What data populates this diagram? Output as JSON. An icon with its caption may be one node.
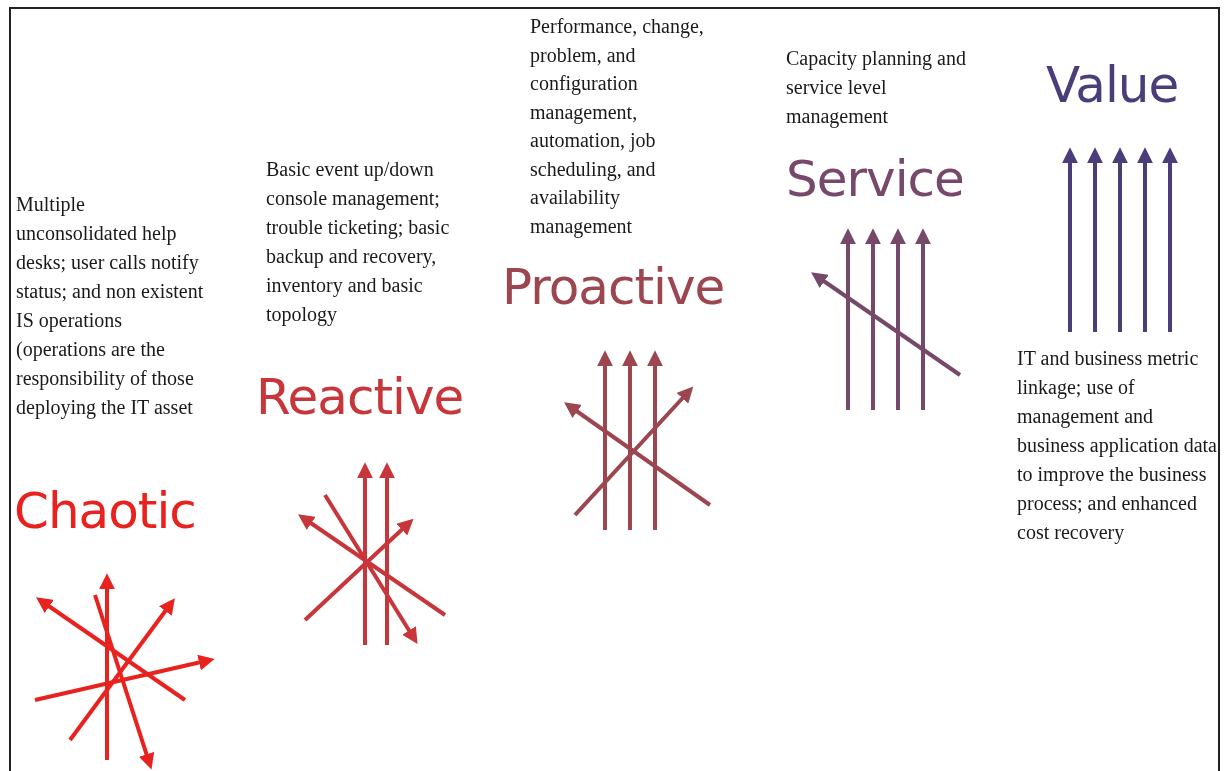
{
  "diagram": {
    "labels": [
      "Multiple unconsolidated help desks; user calls notify status; and non existent IS operations (operations are the responsibility of those deploying the IT asset",
      "Chaotic",
      "Basic event up/down console management; trouble ticketing; basic backup and recovery, inventory and basic topology",
      "Reactive",
      "Performance, change, problem, and configuration management, automation, job scheduling, and availability management",
      "Proactive",
      "Capacity planning and service level management",
      "Service",
      "Value",
      "IT and business metric linkage; use of management and business application data to improve the business process; and enhanced cost recovery"
    ]
  }
}
